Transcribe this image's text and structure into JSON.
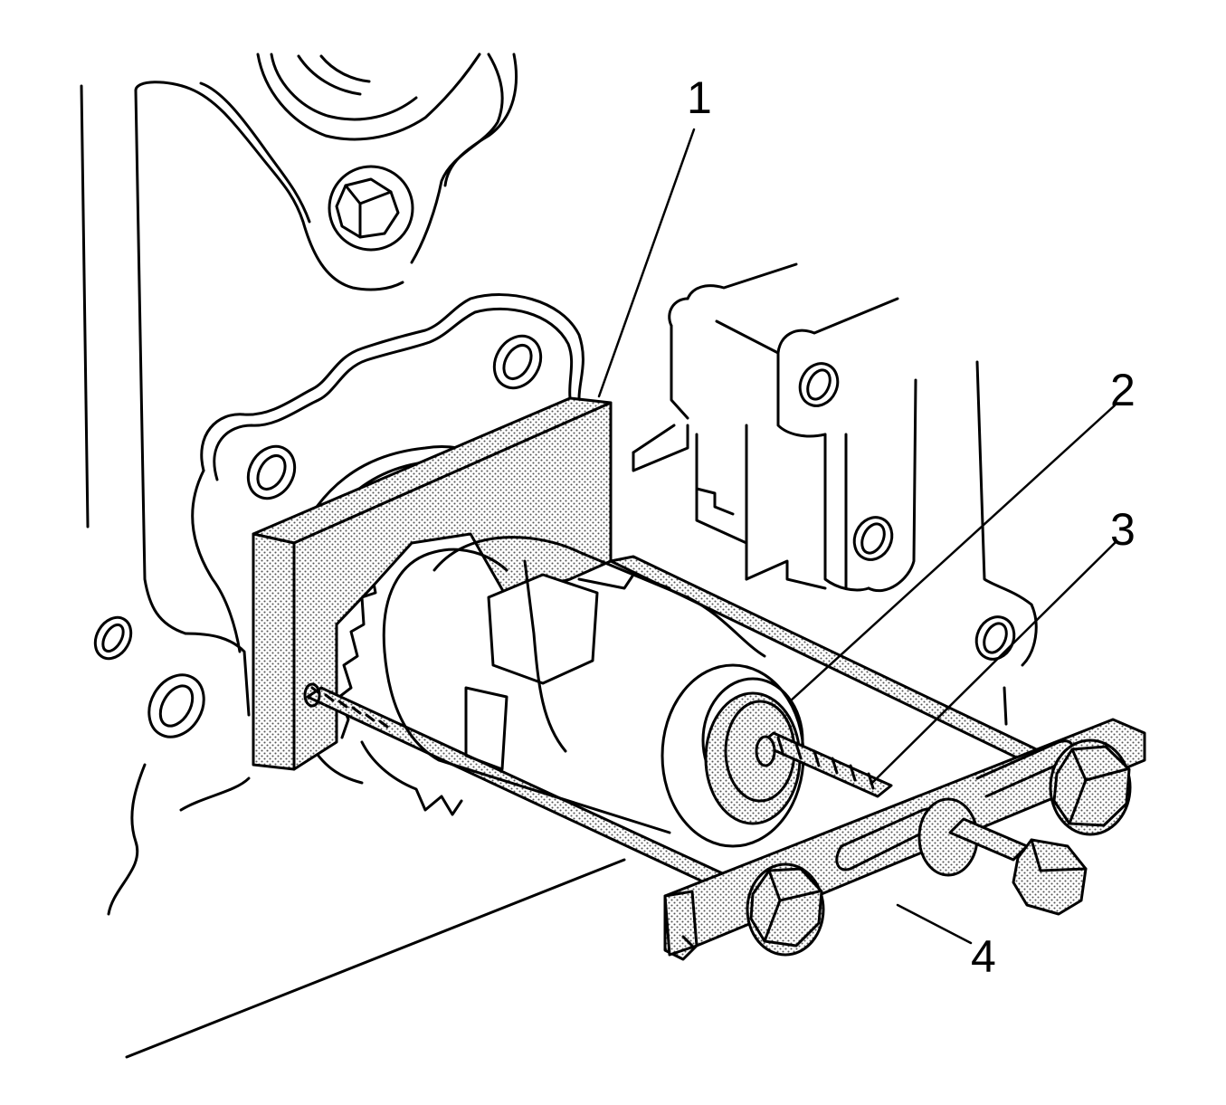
{
  "callouts": {
    "c1": "1",
    "c2": "2",
    "c3": "3",
    "c4": "4"
  },
  "colors": {
    "ink": "#000000",
    "paper": "#ffffff",
    "stipple": "#9a9a9a"
  }
}
